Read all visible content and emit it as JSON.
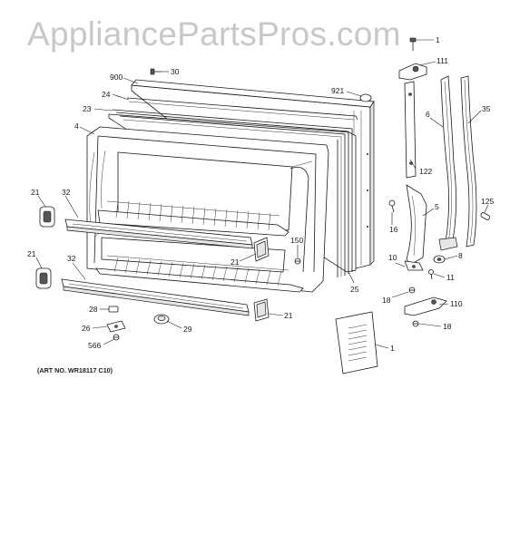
{
  "watermark": "AppliancePartsPros.com",
  "art_number": "(ART NO. WR18117 C10)",
  "manual_text": "",
  "callouts": {
    "c1_top": "1",
    "c111": "111",
    "c30": "30",
    "c900": "900",
    "c921": "921",
    "c24": "24",
    "c23": "23",
    "c4": "4",
    "c6": "6",
    "c35": "35",
    "c122": "122",
    "c21_left_top": "21",
    "c32_top": "32",
    "c16": "16",
    "c5": "5",
    "c125": "125",
    "c150": "150",
    "c21_mid": "21",
    "c21_left_bot": "21",
    "c32_bot": "32",
    "c8": "8",
    "c10": "10",
    "c11": "11",
    "c25": "25",
    "c18_left": "18",
    "c110": "110",
    "c28": "28",
    "c21_bot": "21",
    "c26": "26",
    "c29": "29",
    "c18_right": "18",
    "c566": "566",
    "c1_manual": "1"
  }
}
